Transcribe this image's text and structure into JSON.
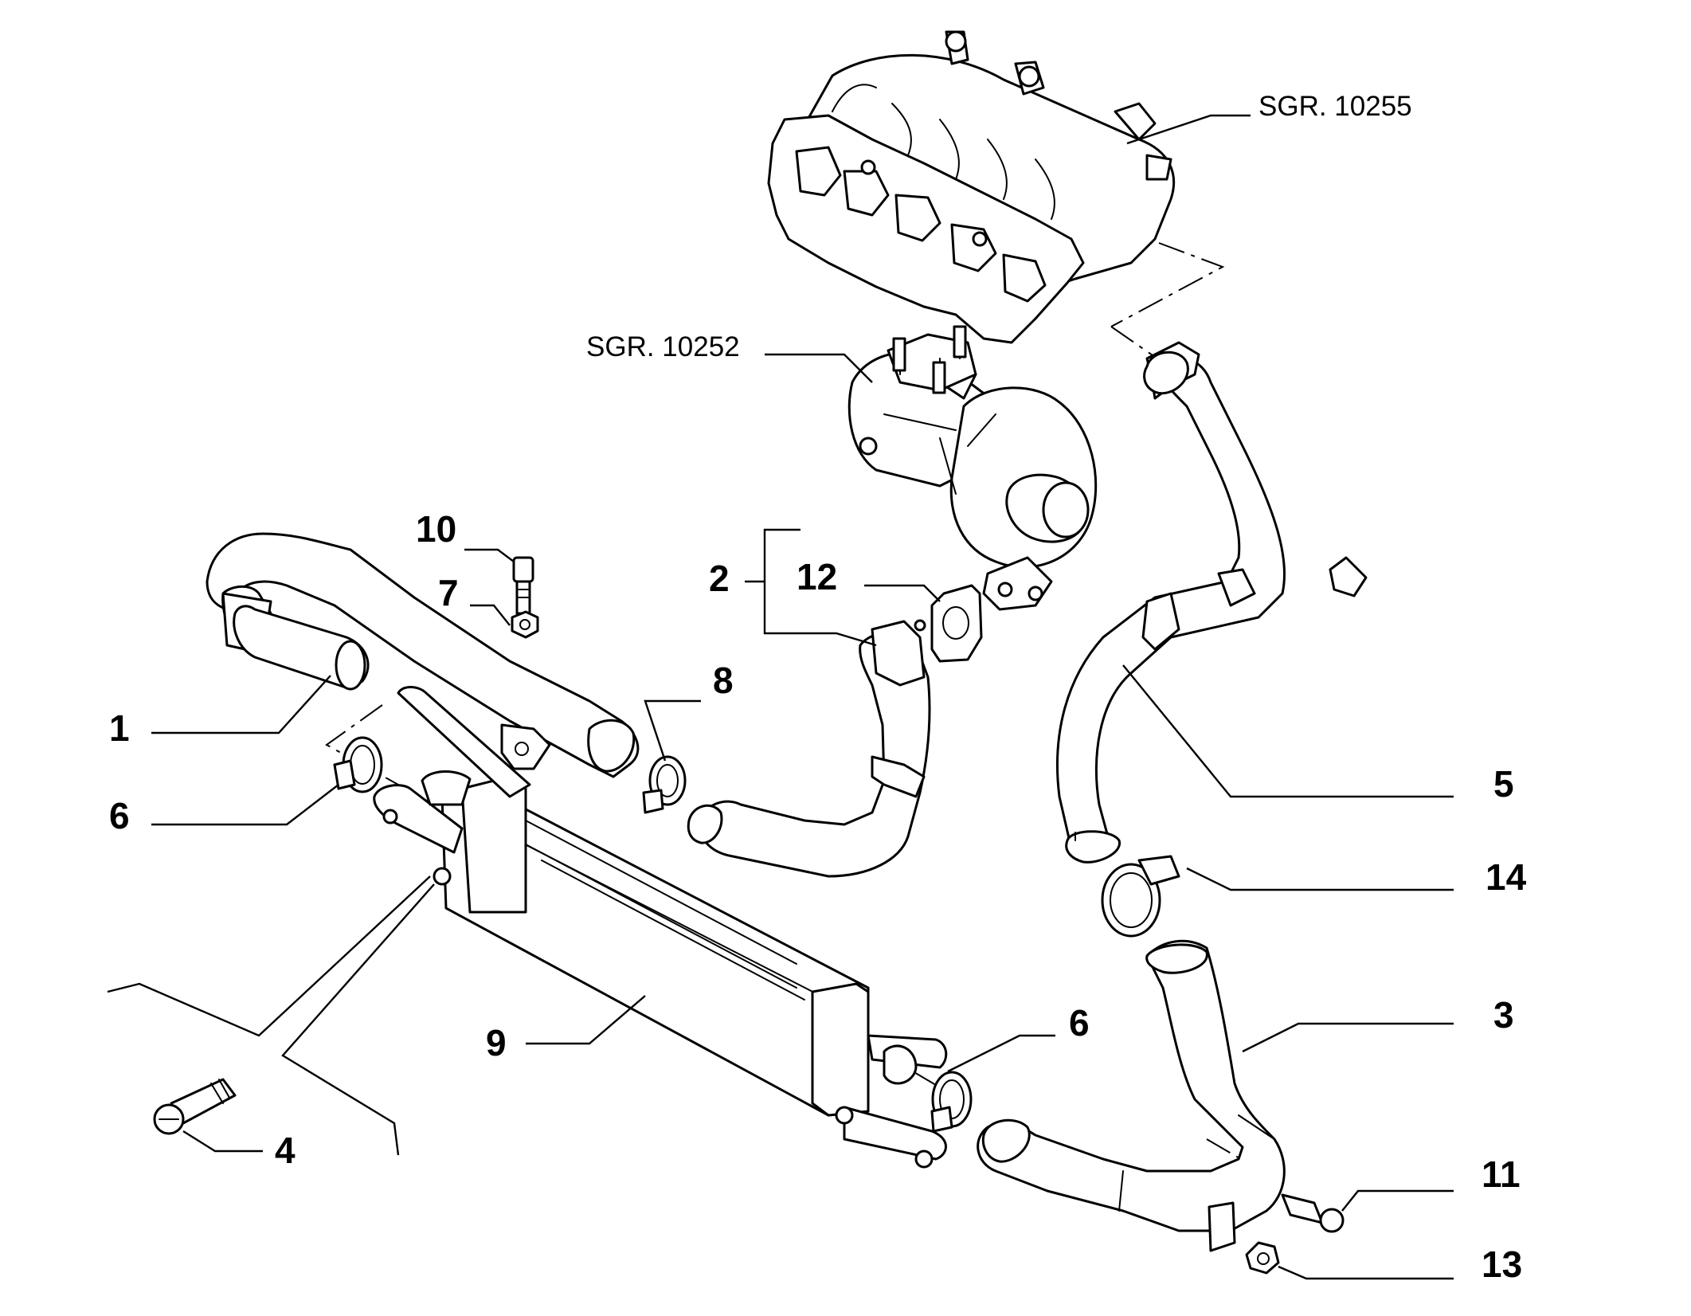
{
  "colors": {
    "ink": "#000000",
    "paper": "#ffffff"
  },
  "labels": {
    "l1": "1",
    "l2": "2",
    "l3": "3",
    "l4": "4",
    "l5": "5",
    "l6a": "6",
    "l6b": "6",
    "l7": "7",
    "l8": "8",
    "l9": "9",
    "l10": "10",
    "l11": "11",
    "l12": "12",
    "l13": "13",
    "l14": "14"
  },
  "references": {
    "intake_manifold": "SGR. 10255",
    "turbocharger": "SGR. 10252"
  },
  "icons": [
    "intake-manifold-icon",
    "turbocharger-icon",
    "intercooler-icon",
    "hose-icon",
    "hose-clamp-icon",
    "bolt-icon",
    "nut-icon",
    "gasket-icon"
  ]
}
